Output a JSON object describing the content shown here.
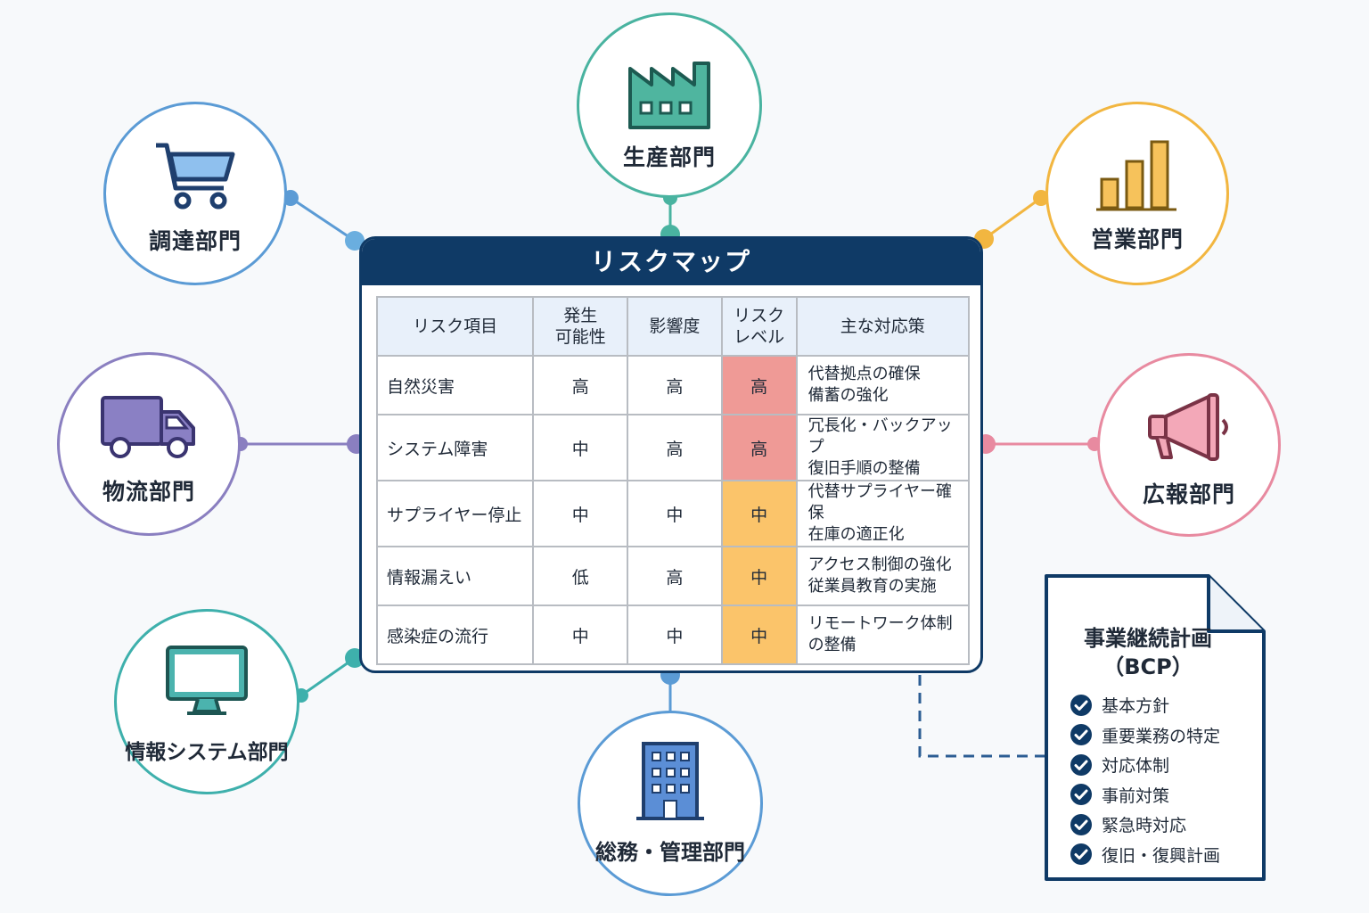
{
  "departments": {
    "procurement": {
      "label": "調達部門",
      "color": "#5b9bd5",
      "icon": "shopping-cart-icon"
    },
    "production": {
      "label": "生産部門",
      "color": "#49b3a0",
      "icon": "factory-icon"
    },
    "sales": {
      "label": "営業部門",
      "color": "#f2b640",
      "icon": "bar-chart-icon"
    },
    "logistics": {
      "label": "物流部門",
      "color": "#8a7fc0",
      "icon": "truck-icon"
    },
    "pr": {
      "label": "広報部門",
      "color": "#e88aa0",
      "icon": "megaphone-icon"
    },
    "it": {
      "label": "情報システム部門",
      "color": "#3eb0ac",
      "icon": "monitor-icon"
    },
    "admin": {
      "label": "総務・管理部門",
      "color": "#5b9bd5",
      "icon": "office-building-icon"
    }
  },
  "risk_map": {
    "title": "リスクマップ",
    "headers": {
      "item": "リスク項目",
      "likelihood_1": "発生",
      "likelihood_2": "可能性",
      "impact": "影響度",
      "level_1": "リスク",
      "level_2": "レベル",
      "measures": "主な対応策"
    },
    "rows": [
      {
        "item": "自然災害",
        "likelihood": "高",
        "impact": "高",
        "level": "高",
        "level_color": "#ef9a96",
        "measure_1": "代替拠点の確保",
        "measure_2": "備蓄の強化"
      },
      {
        "item": "システム障害",
        "likelihood": "中",
        "impact": "高",
        "level": "高",
        "level_color": "#ef9a96",
        "measure_1": "冗長化・バックアップ",
        "measure_2": "復旧手順の整備"
      },
      {
        "item": "サプライヤー停止",
        "likelihood": "中",
        "impact": "中",
        "level": "中",
        "level_color": "#fbc46a",
        "measure_1": "代替サプライヤー確保",
        "measure_2": "在庫の適正化"
      },
      {
        "item": "情報漏えい",
        "likelihood": "低",
        "impact": "高",
        "level": "中",
        "level_color": "#fbc46a",
        "measure_1": "アクセス制御の強化",
        "measure_2": "従業員教育の実施"
      },
      {
        "item": "感染症の流行",
        "likelihood": "中",
        "impact": "中",
        "level": "中",
        "level_color": "#fbc46a",
        "measure_1": "リモートワーク体制",
        "measure_2": "の整備"
      }
    ]
  },
  "bcp": {
    "title_1": "事業継続計画",
    "title_2": "（BCP）",
    "items": [
      "基本方針",
      "重要業務の特定",
      "対応体制",
      "事前対策",
      "緊急時対応",
      "復旧・復興計画"
    ]
  },
  "colors": {
    "navy": "#0f3a66",
    "high": "#ef9a96",
    "medium": "#fbc46a",
    "header_bg": "#e8f0fa"
  }
}
